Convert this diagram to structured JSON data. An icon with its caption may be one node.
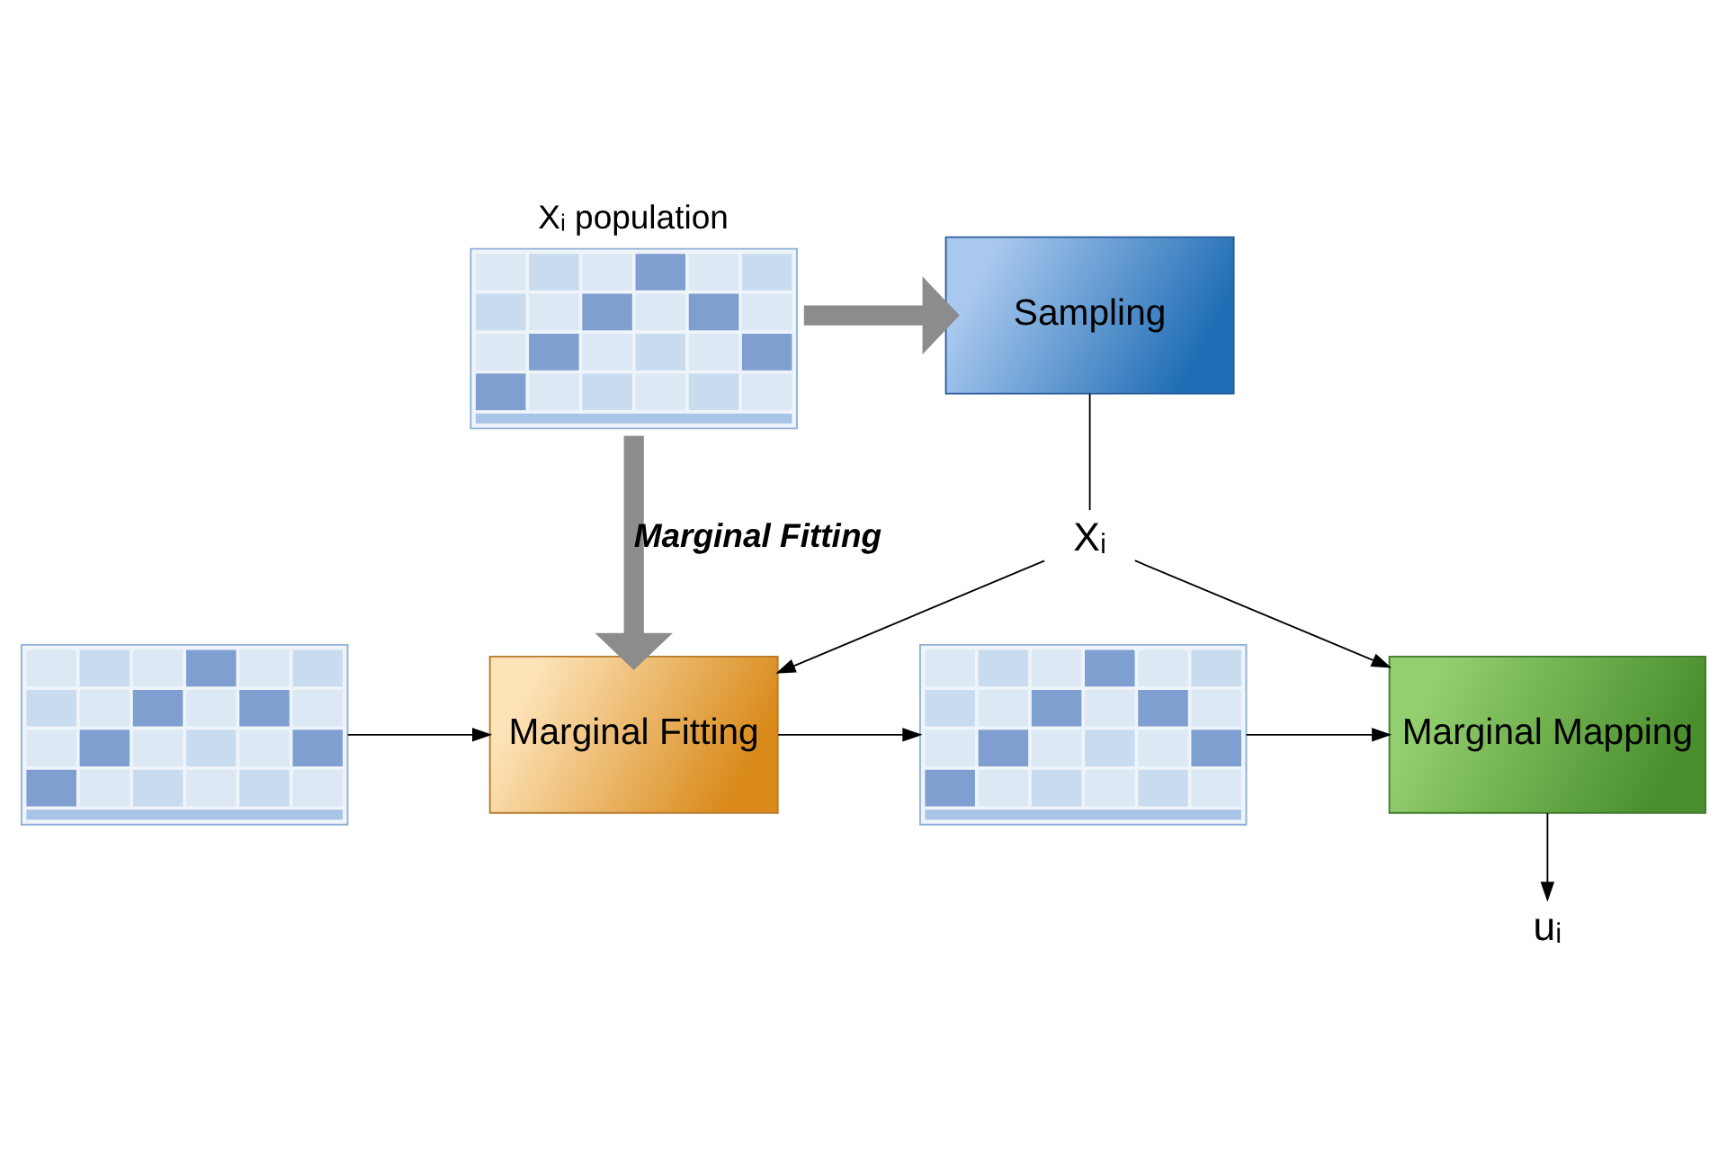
{
  "diagram": {
    "nodes": [
      {
        "text": [
          "Xᵢ population"
        ]
      },
      {
        "text": [
          "Sampling"
        ]
      },
      {
        "text": [
          "Xᵢ"
        ]
      },
      {
        "text": [],
        "shape": "picture"
      },
      {
        "text": [
          "Marginal Fitting"
        ]
      },
      {
        "text": [],
        "shape": "picture"
      },
      {
        "text": [
          "Marginal Mapping"
        ]
      },
      {
        "text": [
          "uᵢ"
        ]
      }
    ],
    "edges": [
      {
        "from": 0,
        "to": 1,
        "arrow": "to",
        "style": "thick",
        "color": "#8c8c8c"
      },
      {
        "from": 0,
        "to": 4,
        "arrow": "to",
        "style": "thick",
        "color": "#8c8c8c",
        "label": "Marginal Fitting"
      },
      {
        "from": 1,
        "to": 2,
        "arrow": "none"
      },
      {
        "from": 2,
        "to": 4,
        "arrow": "to"
      },
      {
        "from": 2,
        "to": 6,
        "arrow": "to"
      },
      {
        "from": 3,
        "to": 4,
        "arrow": "to"
      },
      {
        "from": 4,
        "to": 5,
        "arrow": "to"
      },
      {
        "from": 5,
        "to": 6,
        "arrow": "to"
      },
      {
        "from": 6,
        "to": 7,
        "arrow": "to"
      }
    ]
  }
}
